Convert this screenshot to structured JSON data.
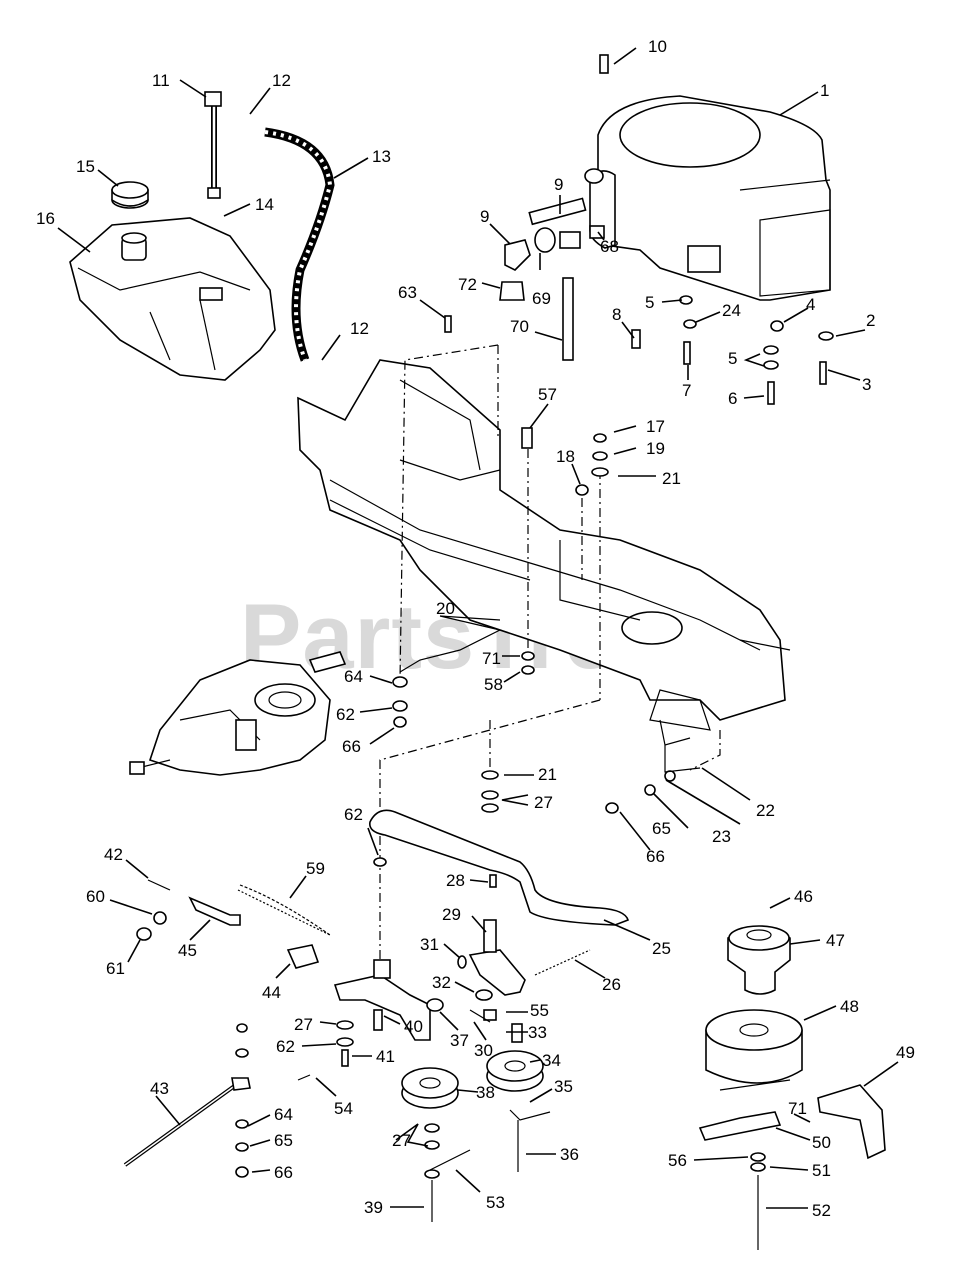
{
  "watermark": "PartsTree",
  "callouts": [
    "1",
    "2",
    "3",
    "4",
    "5",
    "5",
    "6",
    "7",
    "8",
    "9",
    "9",
    "10",
    "11",
    "12",
    "12",
    "13",
    "14",
    "15",
    "16",
    "17",
    "18",
    "19",
    "20",
    "21",
    "21",
    "22",
    "23",
    "24",
    "26",
    "25",
    "27",
    "27",
    "27",
    "28",
    "29",
    "30",
    "31",
    "32",
    "33",
    "34",
    "35",
    "36",
    "37",
    "38",
    "39",
    "40",
    "41",
    "42",
    "43",
    "44",
    "45",
    "46",
    "47",
    "48",
    "49",
    "50",
    "51",
    "52",
    "53",
    "54",
    "55",
    "56",
    "57",
    "58",
    "59",
    "60",
    "61",
    "62",
    "62",
    "62",
    "63",
    "64",
    "64",
    "65",
    "65",
    "66",
    "66",
    "66",
    "68",
    "69",
    "70",
    "71",
    "71",
    "72"
  ]
}
